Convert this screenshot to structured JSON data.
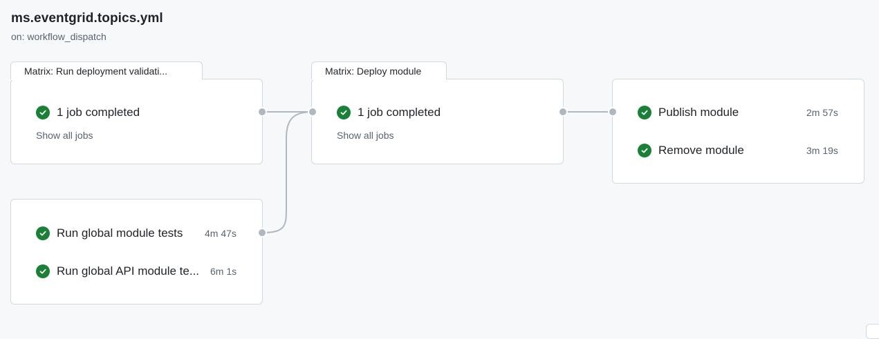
{
  "workflow": {
    "file_name": "ms.eventgrid.topics.yml",
    "trigger": "on: workflow_dispatch"
  },
  "colors": {
    "success": "#1a7f37",
    "connector": "#afb8c1",
    "border": "#d1d9e0"
  },
  "stages": {
    "validation": {
      "tab_label": "Matrix: Run deployment validati...",
      "summary": "1 job completed",
      "show_all": "Show all jobs",
      "status_icon": "check-circle-icon"
    },
    "global_tests": {
      "jobs": [
        {
          "name": "Run global module tests",
          "duration": "4m 47s",
          "status_icon": "check-circle-icon"
        },
        {
          "name": "Run global API module te...",
          "duration": "6m 1s",
          "status_icon": "check-circle-icon"
        }
      ]
    },
    "deploy": {
      "tab_label": "Matrix: Deploy module",
      "summary": "1 job completed",
      "show_all": "Show all jobs",
      "status_icon": "check-circle-icon"
    },
    "publish": {
      "jobs": [
        {
          "name": "Publish module",
          "duration": "2m 57s",
          "status_icon": "check-circle-icon"
        },
        {
          "name": "Remove module",
          "duration": "3m 19s",
          "status_icon": "check-circle-icon"
        }
      ]
    }
  }
}
